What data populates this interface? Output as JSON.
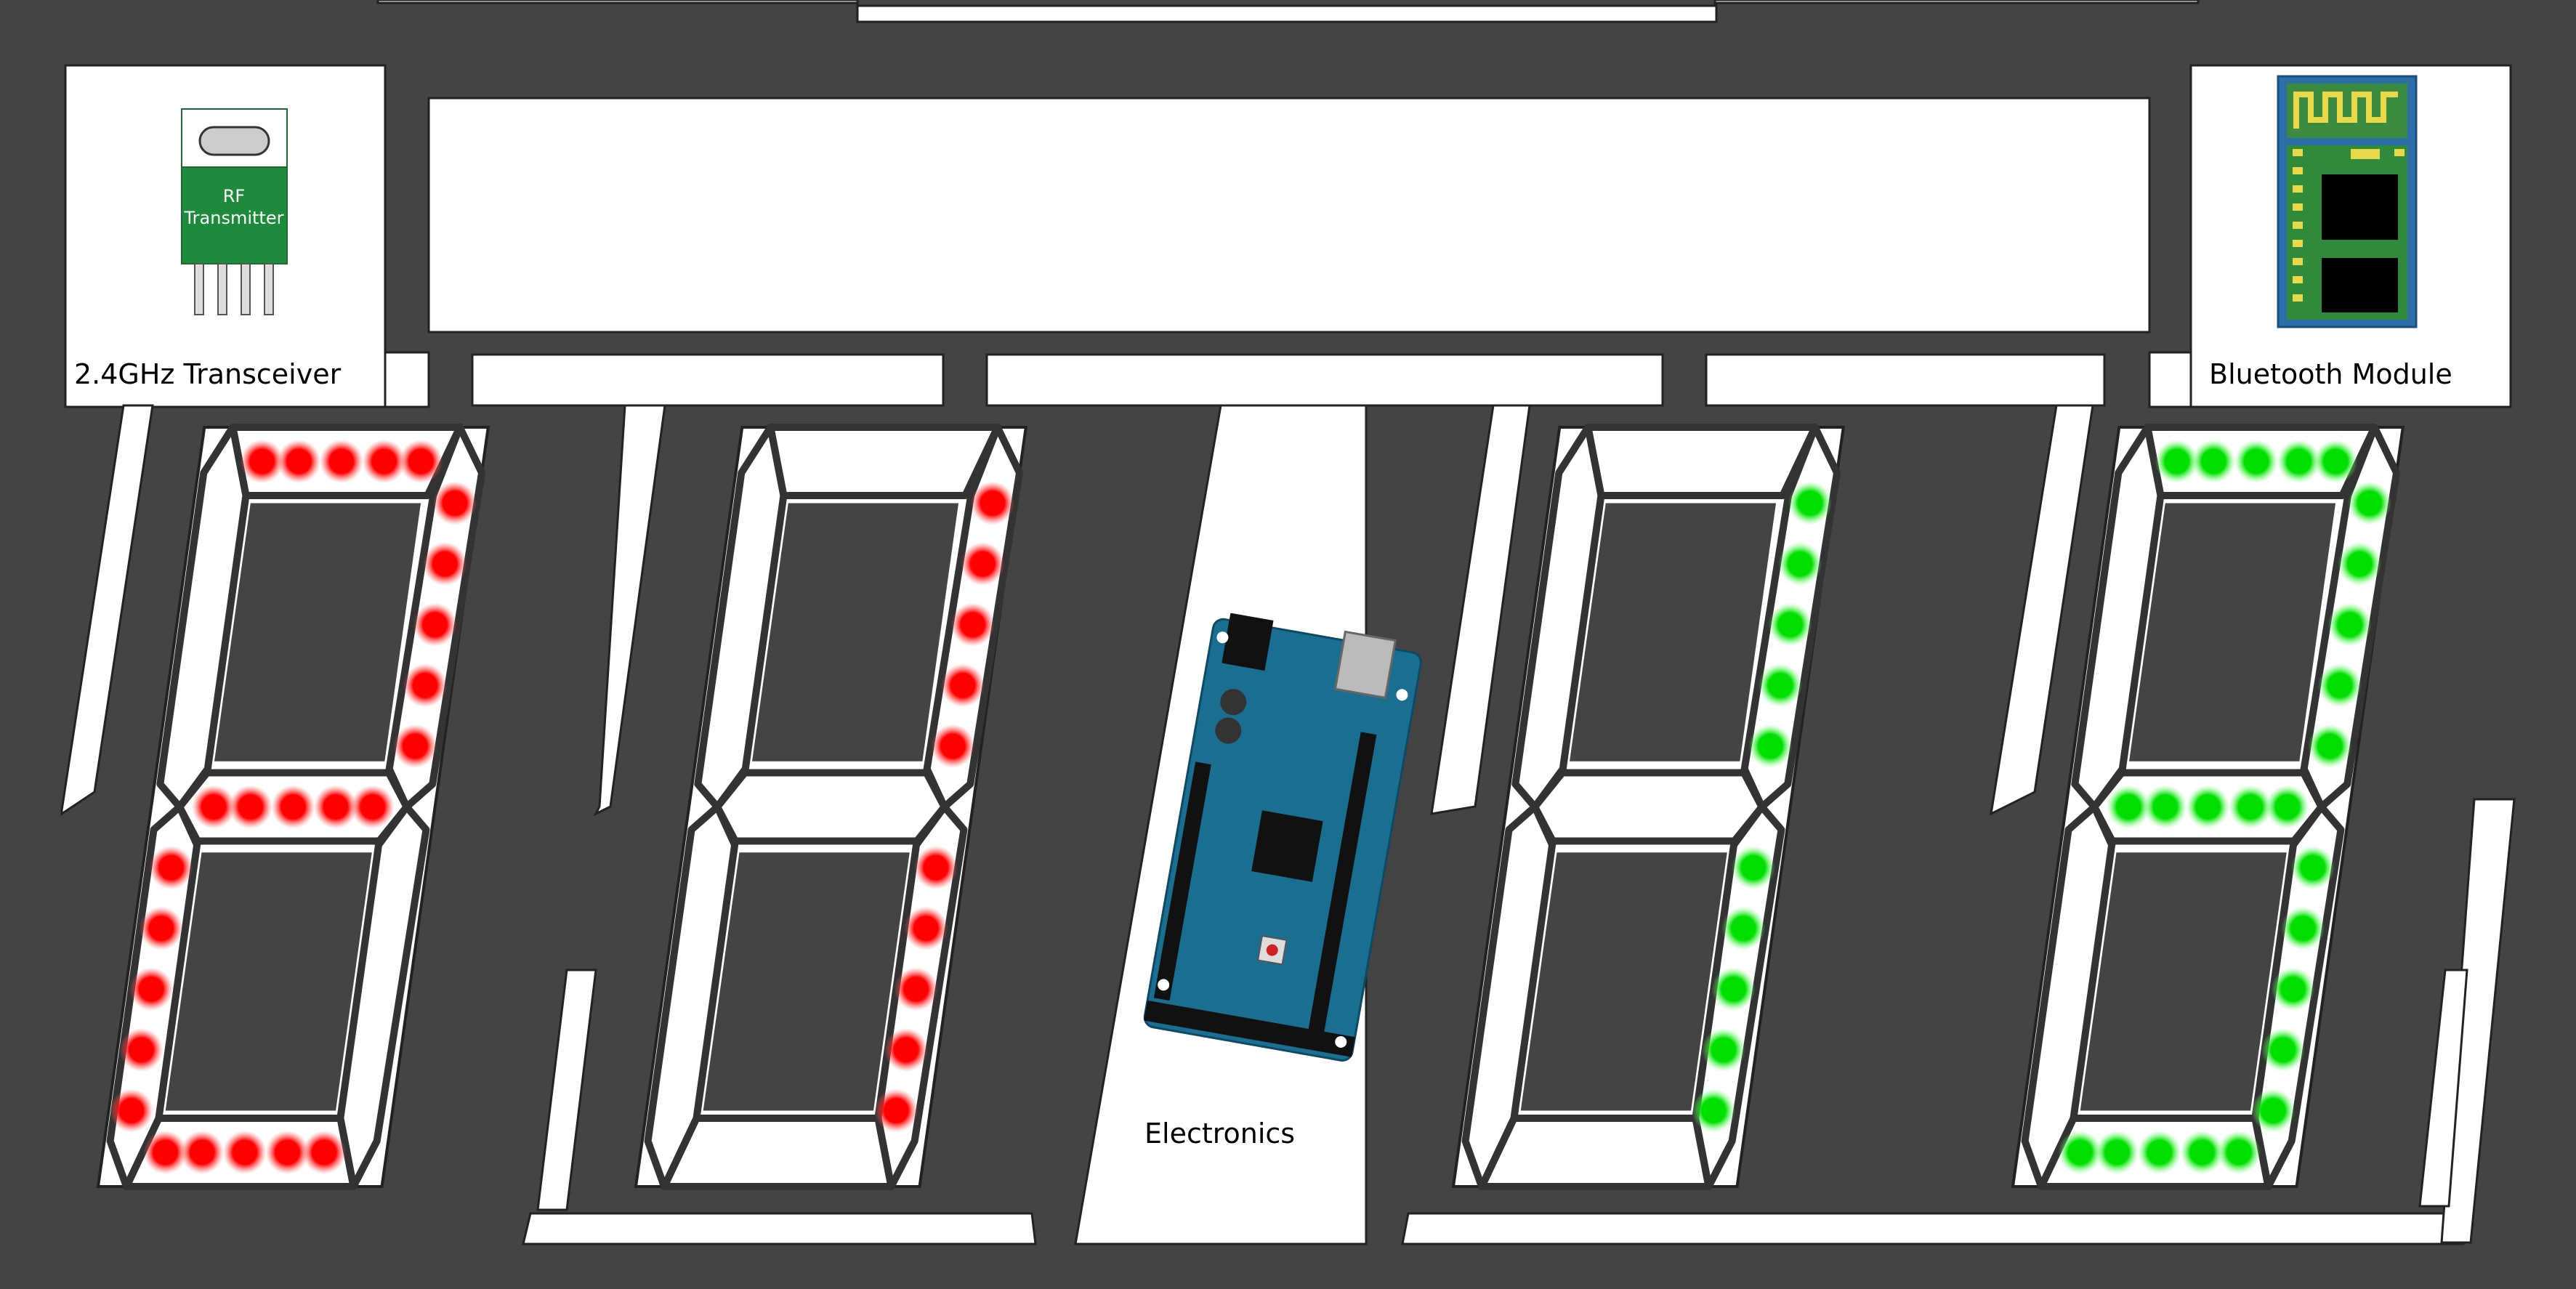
{
  "labels": {
    "transceiver": "2.4GHz Transceiver",
    "bluetooth": "Bluetooth Module",
    "electronics": "Electronics"
  },
  "rf_module": {
    "line1": "RF",
    "line2": "Transmitter"
  },
  "colors": {
    "background": "#444444",
    "panel": "#ffffff",
    "segment_outline": "#333333",
    "led_red": "#ff0000",
    "led_green": "#00e000",
    "pcb_green": "#1e8a3c",
    "arduino_blue": "#1a6f91",
    "bt_blue": "#2b6ea8"
  },
  "digits": [
    {
      "color": "red",
      "lit": [
        "a",
        "b",
        "e",
        "d",
        "g"
      ]
    },
    {
      "color": "red",
      "lit": [
        "b",
        "c"
      ]
    },
    {
      "color": "green",
      "lit": [
        "b",
        "c"
      ]
    },
    {
      "color": "green",
      "lit": [
        "a",
        "b",
        "c",
        "d",
        "g"
      ]
    }
  ]
}
